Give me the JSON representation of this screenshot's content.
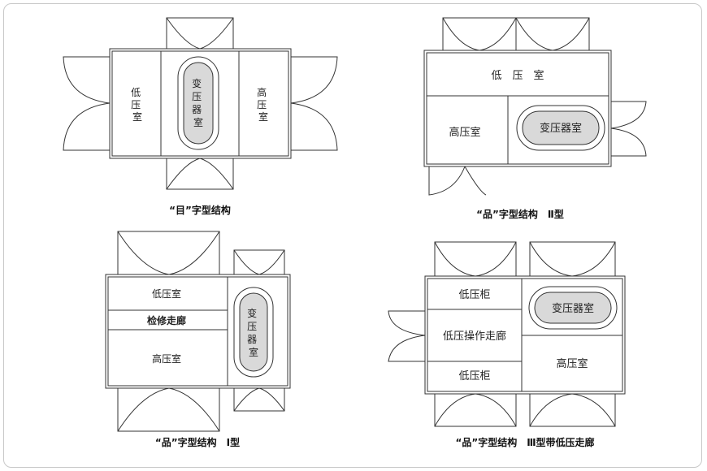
{
  "diagrams": {
    "mu": {
      "caption": "“目”字型结构",
      "rooms": {
        "low": "低压室",
        "high": "高压室",
        "transformer": "变压器室"
      }
    },
    "pin2": {
      "caption": "“品”字型结构　Ⅱ型",
      "rooms": {
        "low": "低　压　室",
        "high": "高压室",
        "transformer": "变压器室"
      }
    },
    "pin1": {
      "caption": "“品”字型结构　Ⅰ型",
      "rooms": {
        "low": "低压室",
        "corridor": "检修走廊",
        "high": "高压室",
        "transformer": "变压器室"
      }
    },
    "pin3": {
      "caption": "“品”字型结构　Ⅲ型带低压走廊",
      "rooms": {
        "cabinet_top": "低压柜",
        "corridor": "低压操作走廊",
        "cabinet_bottom": "低压柜",
        "transformer": "变压器室",
        "high": "高压室"
      }
    }
  }
}
